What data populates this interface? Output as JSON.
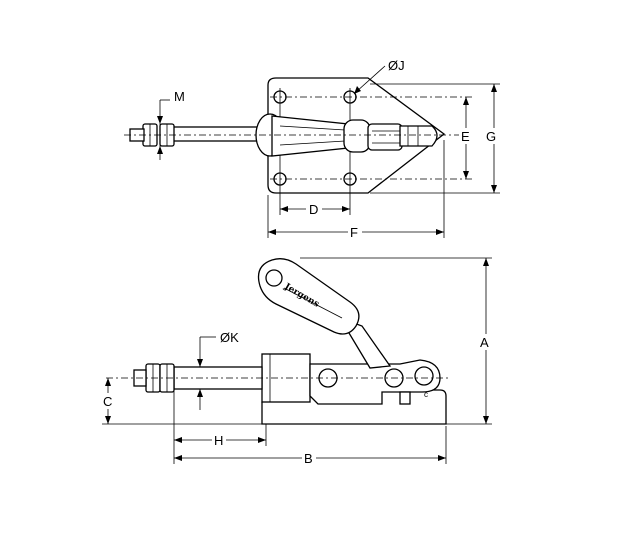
{
  "labels": {
    "m": "M",
    "j": "ØJ",
    "e": "E",
    "g": "G",
    "d": "D",
    "f": "F",
    "a": "A",
    "k": "ØK",
    "c": "C",
    "h": "H",
    "b": "B"
  },
  "handle_brand": "Jergens"
}
